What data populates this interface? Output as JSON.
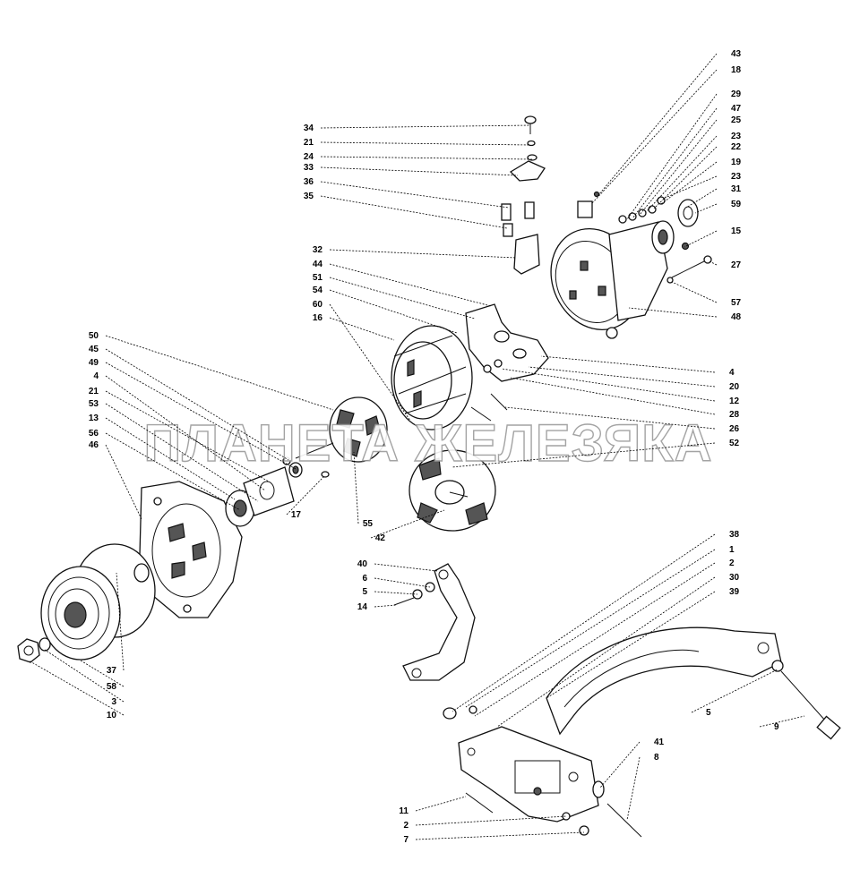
{
  "watermark": "ПЛАНЕТА ЖЕЛЕЗЯКА",
  "callouts": {
    "brush_top": [
      "34",
      "21",
      "24",
      "33",
      "36",
      "35"
    ],
    "rear_cover": [
      "43",
      "18",
      "29",
      "47",
      "25",
      "23",
      "22",
      "19",
      "23",
      "31",
      "59",
      "15",
      "27",
      "57",
      "48"
    ],
    "stator": [
      "32",
      "44",
      "51",
      "54",
      "60",
      "16"
    ],
    "rectifier": [
      "4",
      "20",
      "12",
      "28",
      "26",
      "52"
    ],
    "front_left": [
      "50",
      "45",
      "49",
      "4",
      "21",
      "53",
      "13",
      "56",
      "46"
    ],
    "rotor_bottom": [
      "17",
      "55",
      "42"
    ],
    "pulley": [
      "37",
      "58",
      "3",
      "10"
    ],
    "bracket_top": [
      "40",
      "6",
      "5",
      "14"
    ],
    "bracket_right": [
      "38",
      "1",
      "2",
      "30",
      "39"
    ],
    "tension": [
      "5",
      "9"
    ],
    "mount": [
      "41",
      "8"
    ],
    "mount_bottom": [
      "11",
      "2",
      "7"
    ]
  }
}
